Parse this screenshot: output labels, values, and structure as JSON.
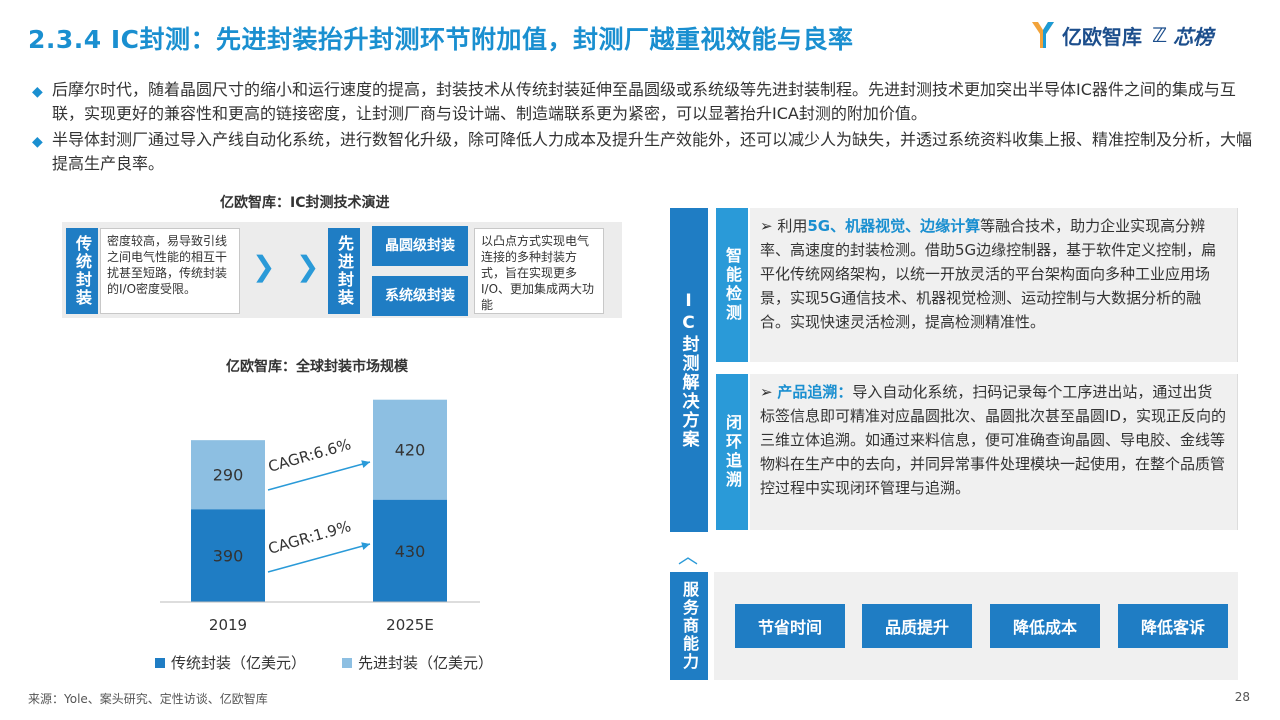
{
  "title": "2.3.4 IC封测：先进封装抬升封测环节附加值，封测厂越重视效能与良率",
  "logo": {
    "brand1": "亿欧智库",
    "brand2": "芯榜"
  },
  "bullets": [
    "后摩尔时代，随着晶圆尺寸的缩小和运行速度的提高，封装技术从传统封装延伸至晶圆级或系统级等先进封装制程。先进封测技术更加突出半导体IC器件之间的集成与互联，实现更好的兼容性和更高的链接密度，让封测厂商与设计端、制造端联系更为紧密，可以显著抬升ICA封测的附加价值。",
    "半导体封测厂通过导入产线自动化系统，进行数智化升级，除可降低人力成本及提升生产效能外，还可以减少人为缺失，并透过系统资料收集上报、精准控制及分析，大幅提高生产良率。"
  ],
  "evolution": {
    "title": "亿欧智库：IC封测技术演进",
    "traditional_label": "传统封装",
    "traditional_desc": "密度较高，易导致引线之间电气性能的相互干扰甚至短路，传统封装的I/O密度受限。",
    "advanced_label": "先进封装",
    "wafer_level": "晶圆级封装",
    "system_level": "系统级封装",
    "advanced_desc": "以凸点方式实现电气连接的多种封装方式，旨在实现更多I/O、更加集成两大功能"
  },
  "chart_data": {
    "type": "bar",
    "title": "亿欧智库：全球封装市场规模",
    "categories": [
      "2019",
      "2025E"
    ],
    "series": [
      {
        "name": "传统封装（亿美元）",
        "values": [
          390,
          430
        ],
        "color": "#1f7dc4"
      },
      {
        "name": "先进封装（亿美元）",
        "values": [
          290,
          420
        ],
        "color": "#8dbfe2"
      }
    ],
    "annotations": [
      "CAGR:6.6%",
      "CAGR:1.9%"
    ],
    "stacked": true
  },
  "solution": {
    "vertical_label": "IC封测解决方案",
    "smart_label": "智能检测",
    "smart_bullet": "➢",
    "smart_pre": "利用",
    "smart_hl": "5G、机器视觉、边缘计算",
    "smart_post": "等融合技术，助力企业实现高分辨率、高速度的封装检测。借助5G边缘控制器，基于软件定义控制，扁平化传统网络架构，以统一开放灵活的平台架构面向多种工业应用场景，实现5G通信技术、机器视觉检测、运动控制与大数据分析的融合。实现快速灵活检测，提高检测精准性。",
    "loop_label": "闭环追溯",
    "loop_bullet": "➢",
    "loop_hl": "产品追溯：",
    "loop_post": "导入自动化系统，扫码记录每个工序进出站，通过出货标签信息即可精准对应晶圆批次、晶圆批次甚至晶圆ID，实现正反向的三维立体追溯。如通过来料信息，便可准确查询晶圆、导电胶、金线等物料在生产中的去向，并同异常事件处理模块一起使用，在整个品质管控过程中实现闭环管理与追溯。"
  },
  "service": {
    "vertical_label": "服务商能力",
    "items": [
      "节省时间",
      "品质提升",
      "降低成本",
      "降低客诉"
    ]
  },
  "footer": "来源：Yole、案头研究、定性访谈、亿欧智库",
  "page": "28",
  "colors": {
    "accent": "#1a8fd0",
    "dark_blue": "#1f7dc4",
    "light_blue": "#8dbfe2"
  }
}
